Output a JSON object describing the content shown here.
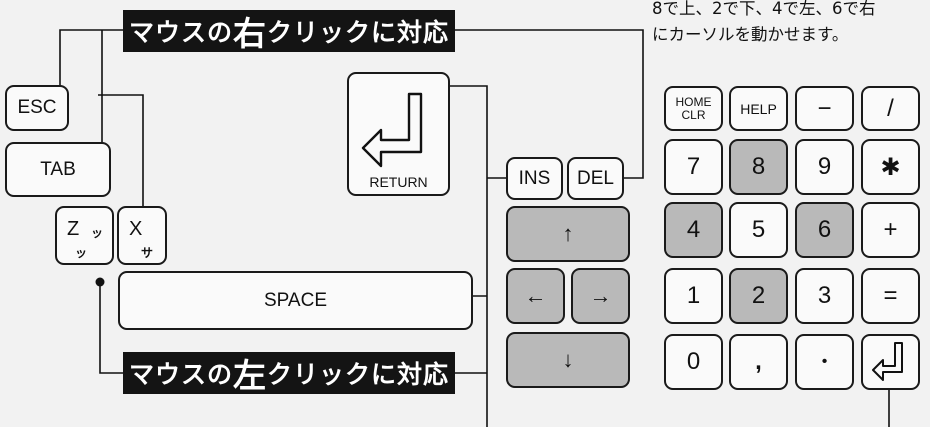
{
  "banner_right": {
    "pre": "マウスの",
    "em": "右",
    "post": "クリックに対応"
  },
  "banner_left": {
    "pre": "マウスの",
    "em": "左",
    "post": "クリックに対応"
  },
  "note": {
    "line1": "8で上、2で下、4で左、6で右",
    "line2": "にカーソルを動かせます。"
  },
  "keys": {
    "esc": "ESC",
    "tab": "TAB",
    "z_main": "Z",
    "z_sub1": "ッ",
    "z_sub2": "ッ",
    "x_main": "X",
    "x_sub": "サ",
    "space": "SPACE",
    "return": "RETURN",
    "ins": "INS",
    "del": "DEL",
    "up": "↑",
    "left": "←",
    "right": "→",
    "down": "↓",
    "home1": "HOME",
    "home2": "CLR",
    "help": "HELP",
    "minus": "−",
    "slash": "/",
    "n7": "7",
    "n8": "8",
    "n9": "9",
    "star": "✱",
    "n4": "4",
    "n5": "5",
    "n6": "6",
    "plus": "+",
    "n1": "1",
    "n2": "2",
    "n3": "3",
    "equals": "=",
    "n0": "0",
    "comma": ",",
    "dot": "•"
  },
  "icons": {
    "return_arrow": "return-arrow-icon",
    "numpad_enter": "return-arrow-icon"
  },
  "colors": {
    "banner_bg": "#141414",
    "shaded_key": "#b9b9b9",
    "background": "#f2f2f2"
  }
}
